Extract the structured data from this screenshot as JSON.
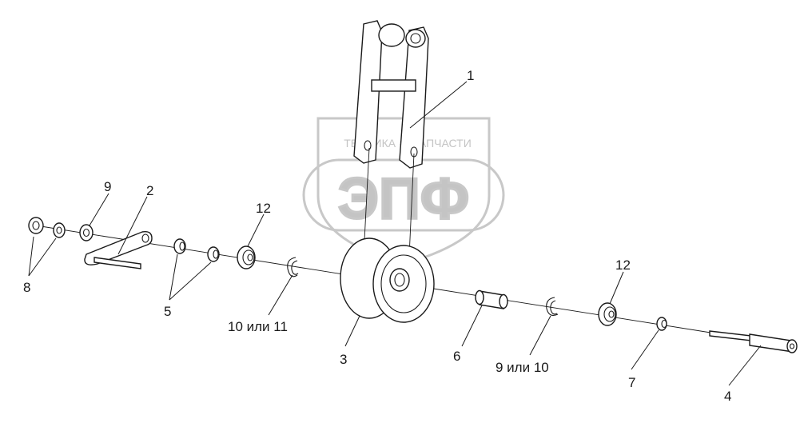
{
  "watermark": {
    "top_text": "ТЕХНИКА ⚙ ЗАПЧАСТИ",
    "logo_text": "ЭПФ"
  },
  "callouts": {
    "c1": "1",
    "c2": "2",
    "c3": "3",
    "c4": "4",
    "c5": "5",
    "c6": "6",
    "c7": "7",
    "c8": "8",
    "c9": "9",
    "c10_11": "10 или 11",
    "c12_left": "12",
    "c12_right": "12",
    "c9_10": "9 или 10"
  },
  "colors": {
    "line": "#1a1a1a",
    "watermark": "#c8c8c8"
  }
}
